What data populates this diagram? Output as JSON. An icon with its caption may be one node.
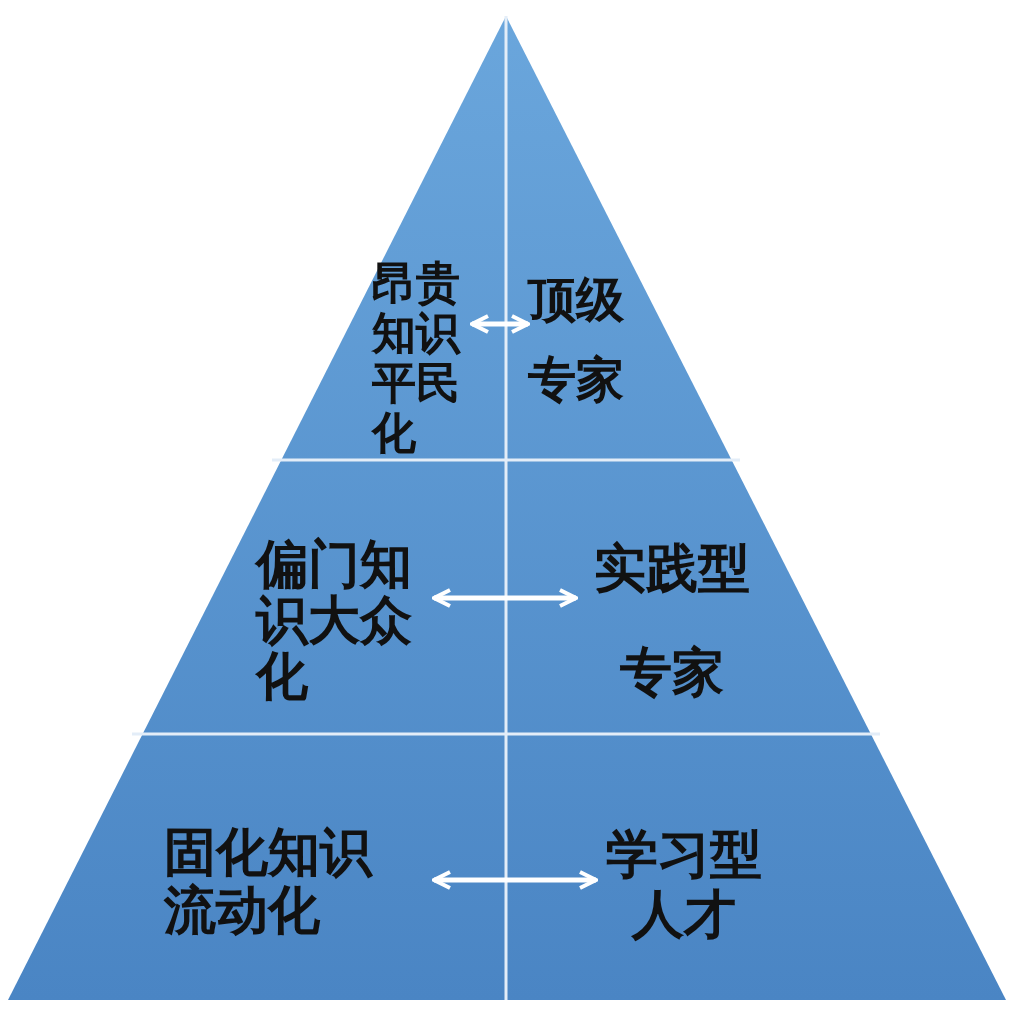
{
  "diagram": {
    "nodes": [
      {
        "text": [
          "昂贵知识平民化"
        ]
      },
      {
        "text": [
          "顶级专家"
        ]
      },
      {
        "text": [
          "偏门知识大众化"
        ]
      },
      {
        "text": [
          "实践型专家"
        ]
      },
      {
        "text": [
          "固化知识流动化"
        ]
      },
      {
        "text": [
          "学习型人才"
        ]
      }
    ],
    "edges": [
      {
        "from": 0,
        "to": 1,
        "arrow": "both",
        "color": "#ffffff"
      },
      {
        "from": 2,
        "to": 3,
        "arrow": "both",
        "color": "#ffffff"
      },
      {
        "from": 4,
        "to": 5,
        "arrow": "both",
        "color": "#ffffff"
      }
    ]
  }
}
